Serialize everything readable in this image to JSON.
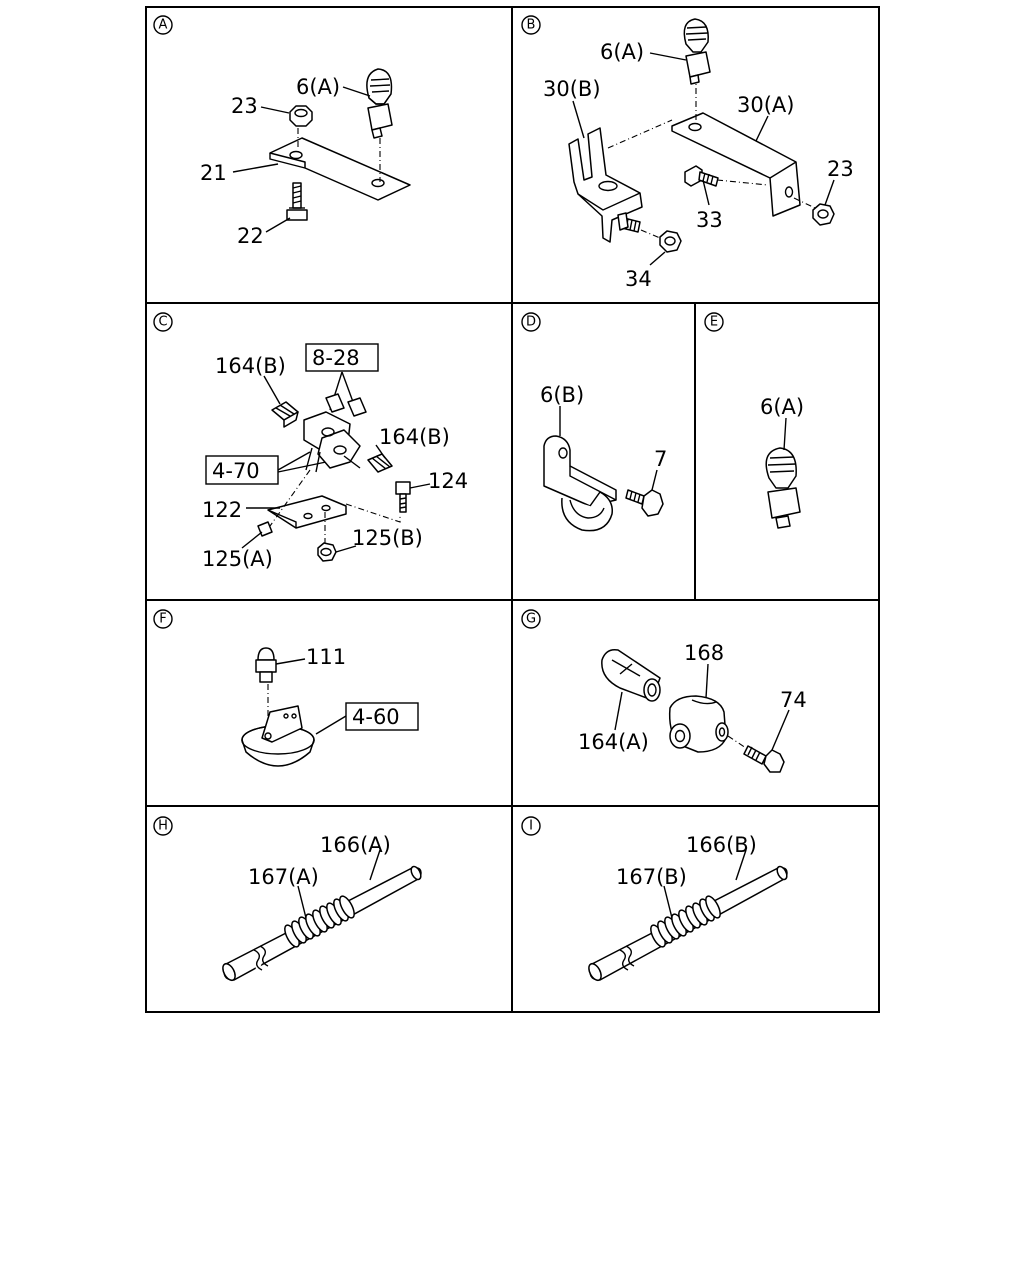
{
  "panels": [
    {
      "letter": "A",
      "labels": {
        "l23": "23",
        "l6a": "6(A)",
        "l21": "21",
        "l22": "22"
      }
    },
    {
      "letter": "B",
      "labels": {
        "l6a": "6(A)",
        "l30b": "30(B)",
        "l30a": "30(A)",
        "l23": "23",
        "l33": "33",
        "l34": "34"
      }
    },
    {
      "letter": "C",
      "labels": {
        "l164b1": "164(B)",
        "ref828": "8-28",
        "ref470": "4-70",
        "l164b2": "164(B)",
        "l124": "124",
        "l122": "122",
        "l125b": "125(B)",
        "l125a": "125(A)"
      }
    },
    {
      "letter": "D",
      "labels": {
        "l6b": "6(B)",
        "l7": "7"
      }
    },
    {
      "letter": "E",
      "labels": {
        "l6a": "6(A)"
      }
    },
    {
      "letter": "F",
      "labels": {
        "l111": "111",
        "ref460": "4-60"
      }
    },
    {
      "letter": "G",
      "labels": {
        "l168": "168",
        "l74": "74",
        "l164a": "164(A)"
      }
    },
    {
      "letter": "H",
      "labels": {
        "l166a": "166(A)",
        "l167a": "167(A)"
      }
    },
    {
      "letter": "I",
      "labels": {
        "l166b": "166(B)",
        "l167b": "167(B)"
      }
    }
  ]
}
